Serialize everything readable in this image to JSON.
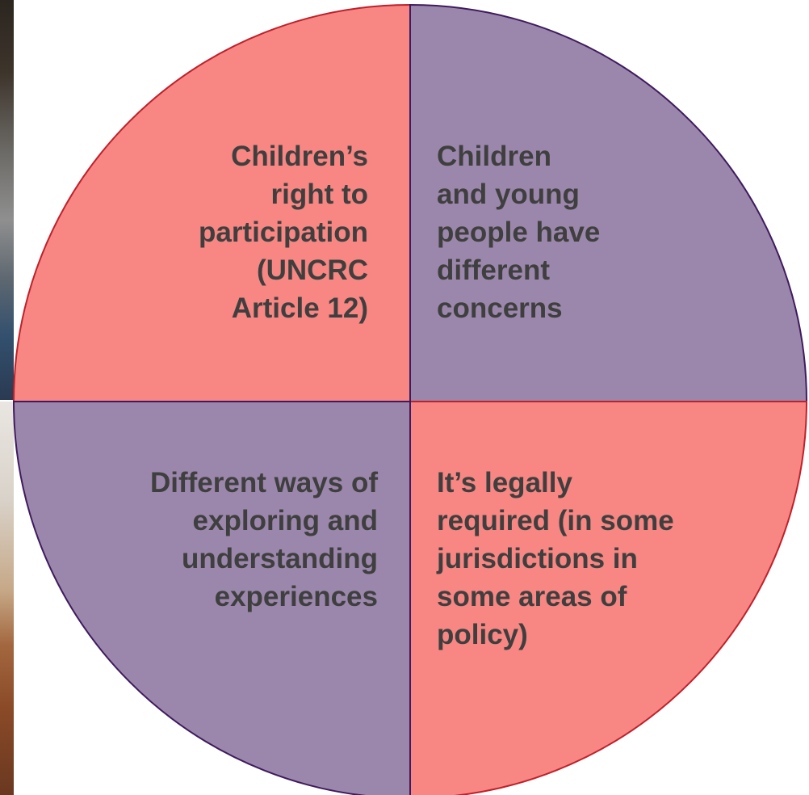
{
  "colors": {
    "coral": "#F88682",
    "purple": "#9C87AC",
    "coral_stroke": "#C0202A",
    "purple_stroke": "#3E1B5E",
    "text": "#3F3F3F"
  },
  "quadrants": {
    "top_left": {
      "text": "Children’s\nright to\nparticipation\n(UNCRC\nArticle 12)",
      "fill": "coral"
    },
    "top_right": {
      "text": "Children\nand young\npeople have\ndifferent\nconcerns",
      "fill": "purple"
    },
    "bottom_left": {
      "text": "Different ways of\nexploring and\nunderstanding\nexperiences",
      "fill": "purple"
    },
    "bottom_right": {
      "text": "It’s legally\nrequired (in some\njurisdictions in\nsome areas of\npolicy)",
      "fill": "coral"
    }
  },
  "background_photos": {
    "top_left": "photo-fragment",
    "bottom_left": "photo-fragment"
  }
}
